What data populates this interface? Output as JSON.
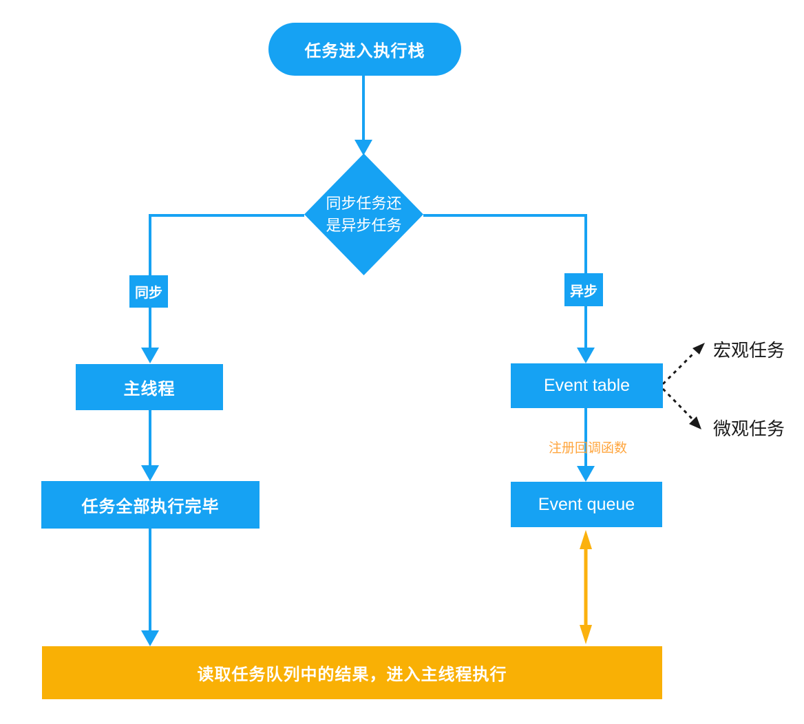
{
  "colors": {
    "blue": "#16a2f3",
    "orange": "#f9b005",
    "orange_arrow": "#fbb10e",
    "label_orange": "#ffa63f",
    "ink": "#1a1a1a",
    "text_on_fill": "#ffffff"
  },
  "nodes": {
    "start": {
      "label": "任务进入执行栈"
    },
    "decision": {
      "label": "同步任务还\n是异步任务"
    },
    "sync_badge": {
      "label": "同步"
    },
    "async_badge": {
      "label": "异步"
    },
    "main_thread": {
      "label": "主线程"
    },
    "all_done": {
      "label": "任务全部执行完毕"
    },
    "event_table": {
      "label": "Event table"
    },
    "event_queue": {
      "label": "Event queue"
    },
    "register_callback": {
      "label": "注册回调函数"
    },
    "macro_task": {
      "label": "宏观任务"
    },
    "micro_task": {
      "label": "微观任务"
    },
    "bottom_bar": {
      "label": "读取任务队列中的结果，进入主线程执行"
    }
  }
}
